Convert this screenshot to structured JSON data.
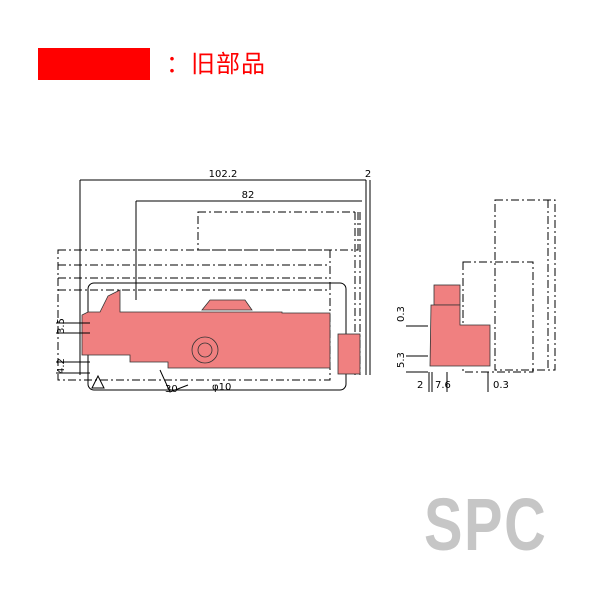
{
  "legend": {
    "label": "：旧部品",
    "swatch_color": "#ff0000"
  },
  "side_view": {
    "dimensions": {
      "overall": "102.2",
      "inner": "82",
      "offset": "2",
      "height_upper": "3.5",
      "height_lower": "4.2",
      "angle": "30",
      "wheel_diameter": "φ10"
    },
    "warning_icon": "warning-triangle-icon"
  },
  "section_view": {
    "dimensions": {
      "top_gap": "0.3",
      "height": "5.3",
      "left_gap": "2",
      "width": "7.6",
      "right_gap": "0.3"
    }
  },
  "highlight_color": "#f08080",
  "logo": {
    "text": "SPC",
    "color": "#c6c6c6"
  }
}
